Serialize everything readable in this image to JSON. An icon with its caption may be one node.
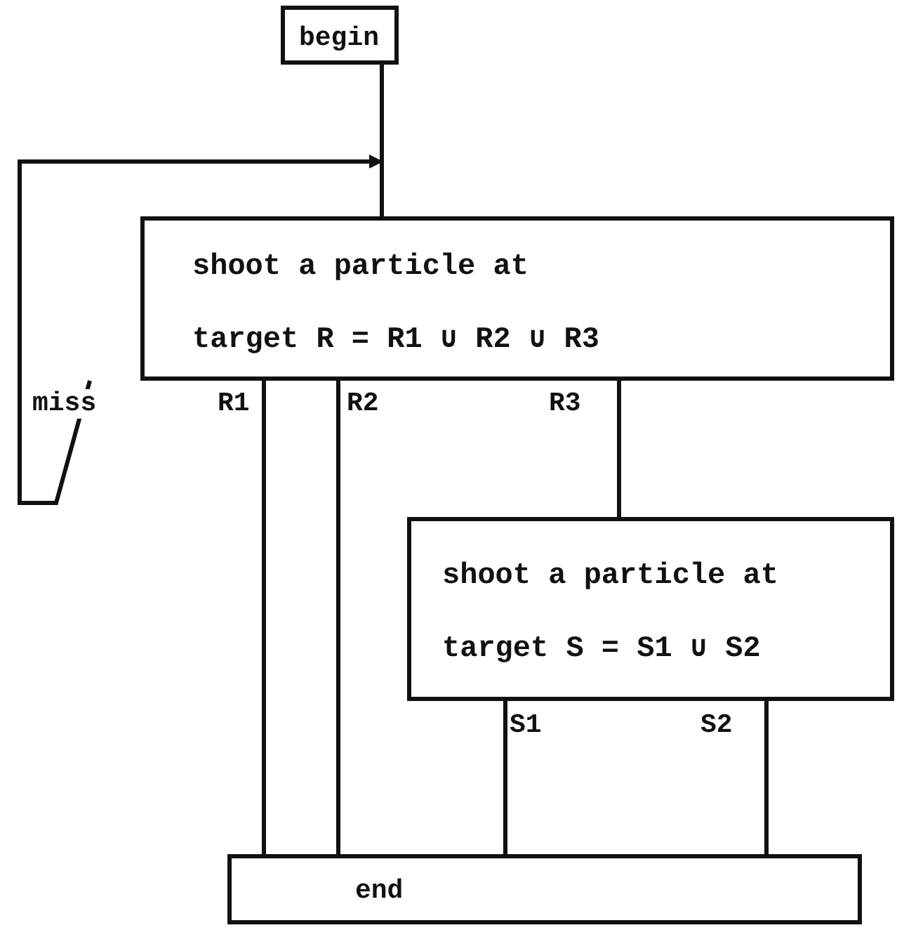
{
  "diagram": {
    "nodes": [
      {
        "text": [
          "begin"
        ]
      },
      {
        "text": [
          "shoot a particle at target R = R1 ∪ R2 ∪ R3"
        ]
      },
      {
        "text": [
          "shoot a particle at target S = S1 ∪ S2"
        ]
      },
      {
        "text": [
          "end"
        ]
      }
    ],
    "edges": [
      {
        "from": 0,
        "to": 1,
        "arrow": "none"
      },
      {
        "from": 1,
        "to": 1,
        "arrow": "to",
        "label": "miss"
      },
      {
        "from": 1,
        "to": 3,
        "arrow": "none",
        "label": "R1"
      },
      {
        "from": 1,
        "to": 3,
        "arrow": "none",
        "label": "R2"
      },
      {
        "from": 1,
        "to": 2,
        "arrow": "none",
        "label": "R3"
      },
      {
        "from": 2,
        "to": 3,
        "arrow": "none",
        "label": "S1"
      },
      {
        "from": 2,
        "to": 3,
        "arrow": "none",
        "label": "S2"
      }
    ]
  }
}
